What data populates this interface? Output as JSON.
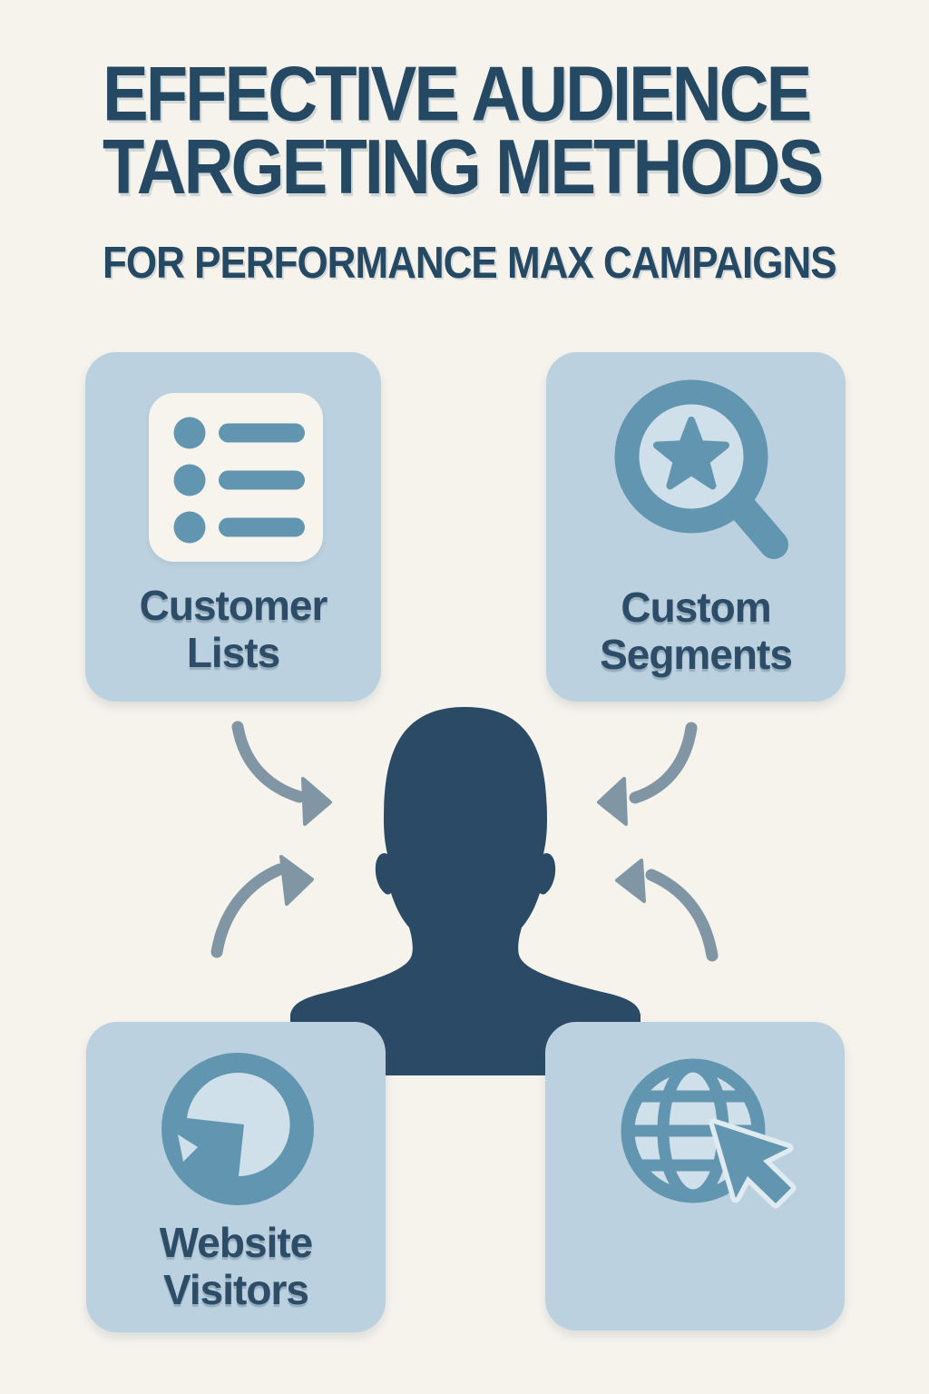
{
  "poster": {
    "title_line1": "EFFECTIVE AUDIENCE",
    "title_line2": "TARGETING METHODS",
    "subtitle": "FOR PERFORMANCE MAX CAMPAIGNS"
  },
  "cards": [
    {
      "label": "Customer Lists",
      "icon": "checklist-icon"
    },
    {
      "label": "Custom Segments",
      "icon": "search-star-icon"
    },
    {
      "label": "Website Visitors",
      "icon": "pie-chart-icon"
    },
    {
      "label": "",
      "icon": "globe-cursor-icon"
    }
  ],
  "center": {
    "icon": "person-silhouette",
    "arrow_count": 4
  },
  "colors": {
    "background": "#f6f3ed",
    "title_navy": "#264963",
    "card_background": "#bcd1df",
    "card_label": "#2d4c67",
    "icon_steel_blue": "#6295b0",
    "icon_light_blue": "#cfe0ea",
    "icon_tile_white": "#f7f4ee",
    "cursor_halo": "#dfeaf1",
    "silhouette_navy": "#2a4a66",
    "arrow_gray_blue": "#8196a4"
  }
}
